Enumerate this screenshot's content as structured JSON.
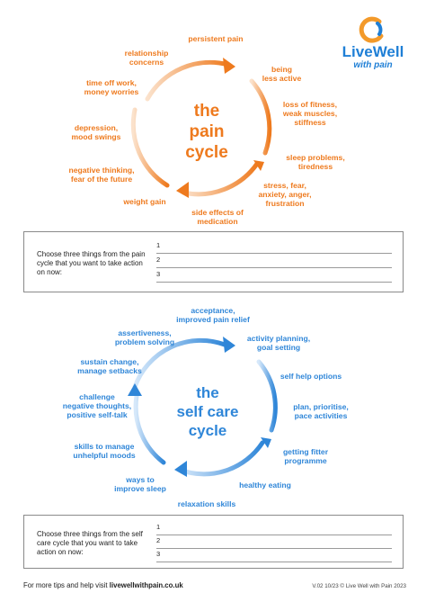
{
  "logo": {
    "brand_line1": "LiveWell",
    "brand_line2": "with pain",
    "colors": {
      "orange": "#f39a2a",
      "blue": "#1f7fd6"
    }
  },
  "pain_cycle": {
    "title": "the\npain\ncycle",
    "color": "#ee7a1e",
    "labels": [
      "persistent pain",
      "being\nless active",
      "loss of fitness,\nweak muscles,\nstiffness",
      "sleep problems,\ntiredness",
      "stress, fear,\nanxiety, anger,\nfrustration",
      "side effects of\nmedication",
      "weight gain",
      "negative thinking,\nfear of the future",
      "depression,\nmood swings",
      "time off work,\nmoney worries",
      "relationship\nconcerns"
    ],
    "box": {
      "prompt": "Choose three things from the pain cycle that you want to take action on now:",
      "numbers": [
        "1",
        "2",
        "3"
      ]
    }
  },
  "self_care_cycle": {
    "title": "the\nself care\ncycle",
    "color": "#2f86d8",
    "labels": [
      "acceptance,\nimproved pain relief",
      "activity planning,\ngoal setting",
      "self help options",
      "plan, prioritise,\npace activities",
      "getting fitter\nprogramme",
      "healthy eating",
      "relaxation skills",
      "ways to\nimprove sleep",
      "skills to manage\nunhelpful moods",
      "challenge\nnegative thoughts,\npositive self-talk",
      "sustain change,\nmanage setbacks",
      "assertiveness,\nproblem solving"
    ],
    "box": {
      "prompt": "Choose three things from the self care cycle that you want to take action on now:",
      "numbers": [
        "1",
        "2",
        "3"
      ]
    }
  },
  "footer": {
    "text": "For more tips and help visit ",
    "link": "livewellwithpain.co.uk",
    "version": "V.02   10/23   © Live Well with Pain 2023"
  }
}
